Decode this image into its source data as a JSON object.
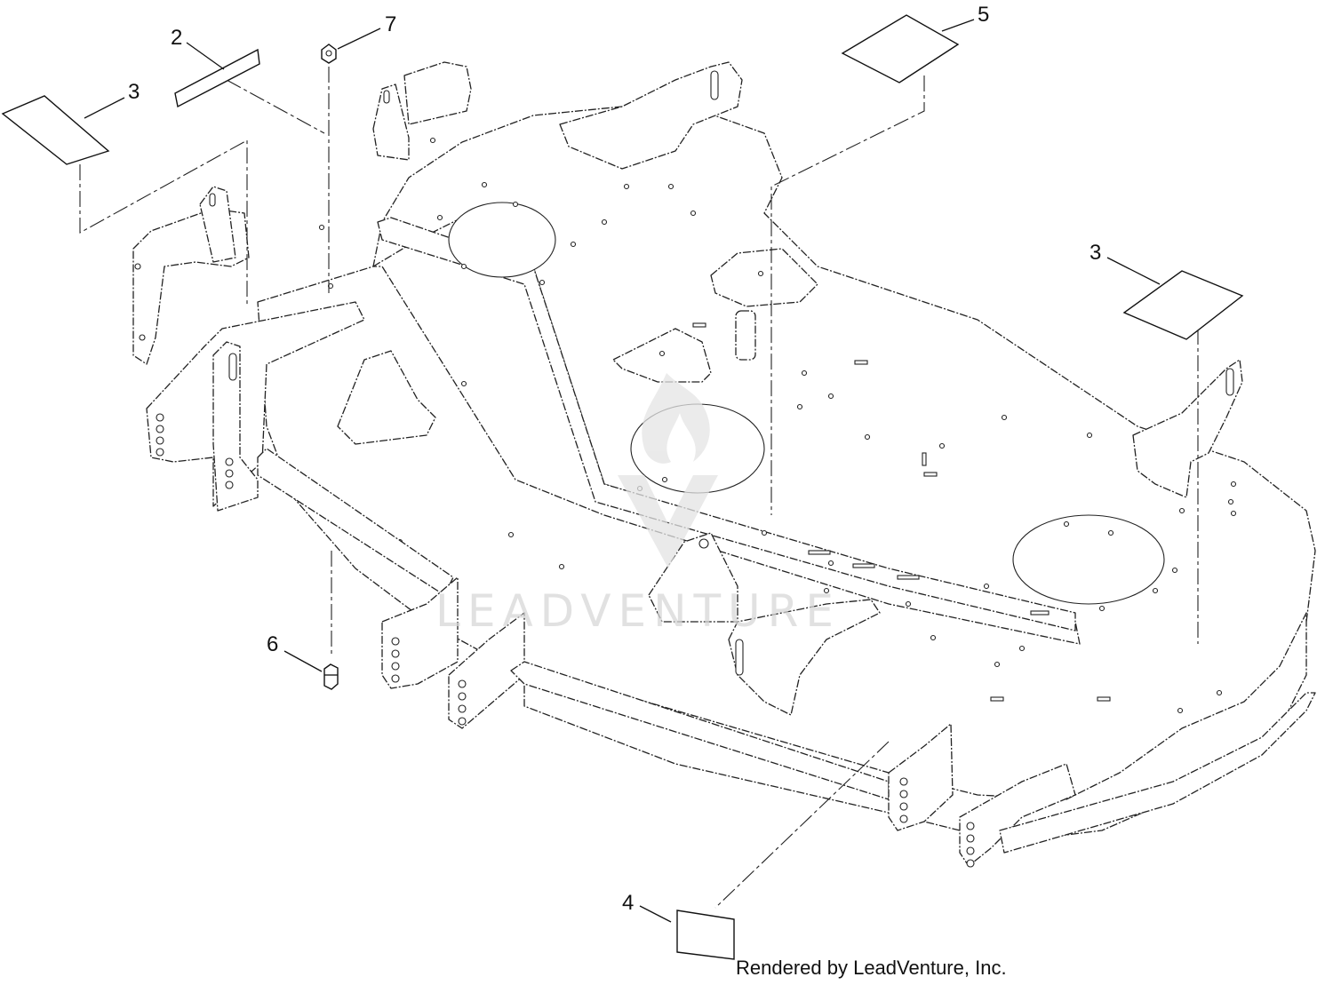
{
  "callouts": [
    {
      "label": "2"
    },
    {
      "label": "7"
    },
    {
      "label": "5"
    },
    {
      "label": "3"
    },
    {
      "label": "3"
    },
    {
      "label": "6"
    },
    {
      "label": "4"
    }
  ],
  "watermark": {
    "text": "LEADVENTURE"
  },
  "credit": {
    "text": "Rendered by LeadVenture, Inc."
  }
}
